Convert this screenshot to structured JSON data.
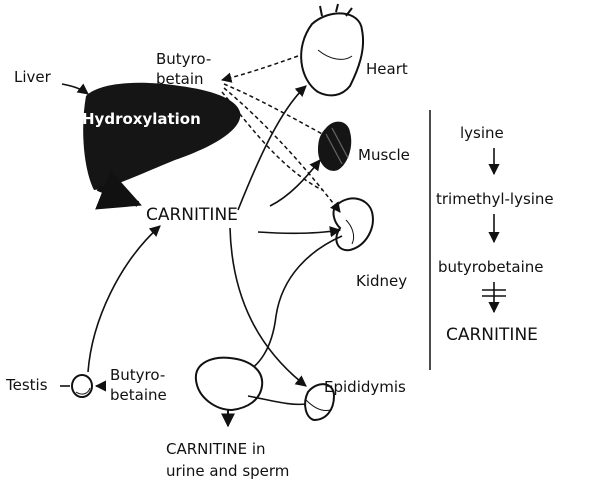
{
  "labels": {
    "liver": "Liver",
    "hydroxylation": "Hydroxylation",
    "butyrobetain_top_line1": "Butyro-",
    "butyrobetain_top_line2": "betain",
    "heart": "Heart",
    "muscle": "Muscle",
    "carnitine_center": "CARNITINE",
    "kidney": "Kidney",
    "testis": "Testis",
    "butyrobetaine_bottom_line1": "Butyro-",
    "butyrobetaine_bottom_line2": "betaine",
    "epididymis": "Epididymis",
    "carnitine_output_line1": "CARNITINE in",
    "carnitine_output_line2": "urine and sperm"
  },
  "pathway": {
    "steps": [
      "lysine",
      "trimethyl-lysine",
      "butyrobetaine",
      "CARNITINE"
    ]
  }
}
